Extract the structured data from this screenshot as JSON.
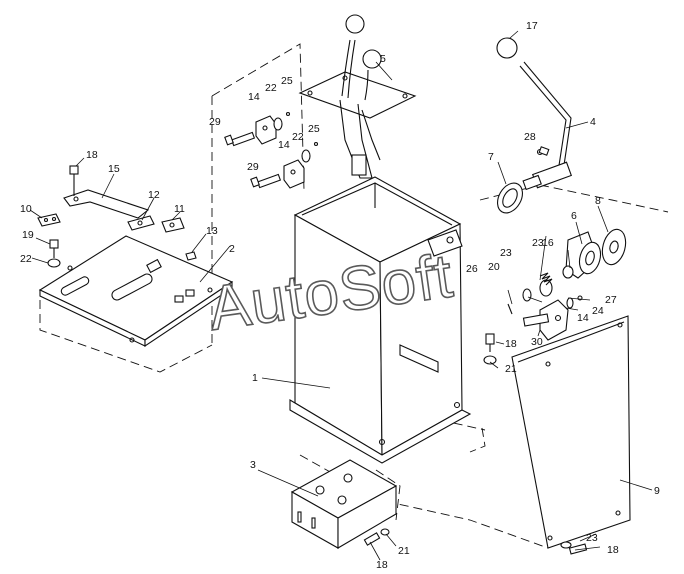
{
  "watermark": "AutoSoft",
  "labels": [
    {
      "id": "p1",
      "text": "1"
    },
    {
      "id": "p2",
      "text": "2"
    },
    {
      "id": "p3",
      "text": "3"
    },
    {
      "id": "p4",
      "text": "4"
    },
    {
      "id": "p5",
      "text": "5"
    },
    {
      "id": "p6",
      "text": "6"
    },
    {
      "id": "p7",
      "text": "7"
    },
    {
      "id": "p8",
      "text": "8"
    },
    {
      "id": "p9",
      "text": "9"
    },
    {
      "id": "p10",
      "text": "10"
    },
    {
      "id": "p11",
      "text": "11"
    },
    {
      "id": "p12",
      "text": "12"
    },
    {
      "id": "p13",
      "text": "13"
    },
    {
      "id": "p14a",
      "text": "14"
    },
    {
      "id": "p14b",
      "text": "14"
    },
    {
      "id": "p14c",
      "text": "14"
    },
    {
      "id": "p15",
      "text": "15"
    },
    {
      "id": "p16",
      "text": "16"
    },
    {
      "id": "p17",
      "text": "17"
    },
    {
      "id": "p18a",
      "text": "18"
    },
    {
      "id": "p18b",
      "text": "18"
    },
    {
      "id": "p18c",
      "text": "18"
    },
    {
      "id": "p18d",
      "text": "18"
    },
    {
      "id": "p19",
      "text": "19"
    },
    {
      "id": "p20",
      "text": "20"
    },
    {
      "id": "p21a",
      "text": "21"
    },
    {
      "id": "p21b",
      "text": "21"
    },
    {
      "id": "p22a",
      "text": "22"
    },
    {
      "id": "p22b",
      "text": "22"
    },
    {
      "id": "p22c",
      "text": "22"
    },
    {
      "id": "p23a",
      "text": "23"
    },
    {
      "id": "p23b",
      "text": "23"
    },
    {
      "id": "p23c",
      "text": "23"
    },
    {
      "id": "p24",
      "text": "24"
    },
    {
      "id": "p25a",
      "text": "25"
    },
    {
      "id": "p25b",
      "text": "25"
    },
    {
      "id": "p26",
      "text": "26"
    },
    {
      "id": "p27",
      "text": "27"
    },
    {
      "id": "p28",
      "text": "28"
    },
    {
      "id": "p29a",
      "text": "29"
    },
    {
      "id": "p29b",
      "text": "29"
    },
    {
      "id": "p30",
      "text": "30"
    }
  ]
}
